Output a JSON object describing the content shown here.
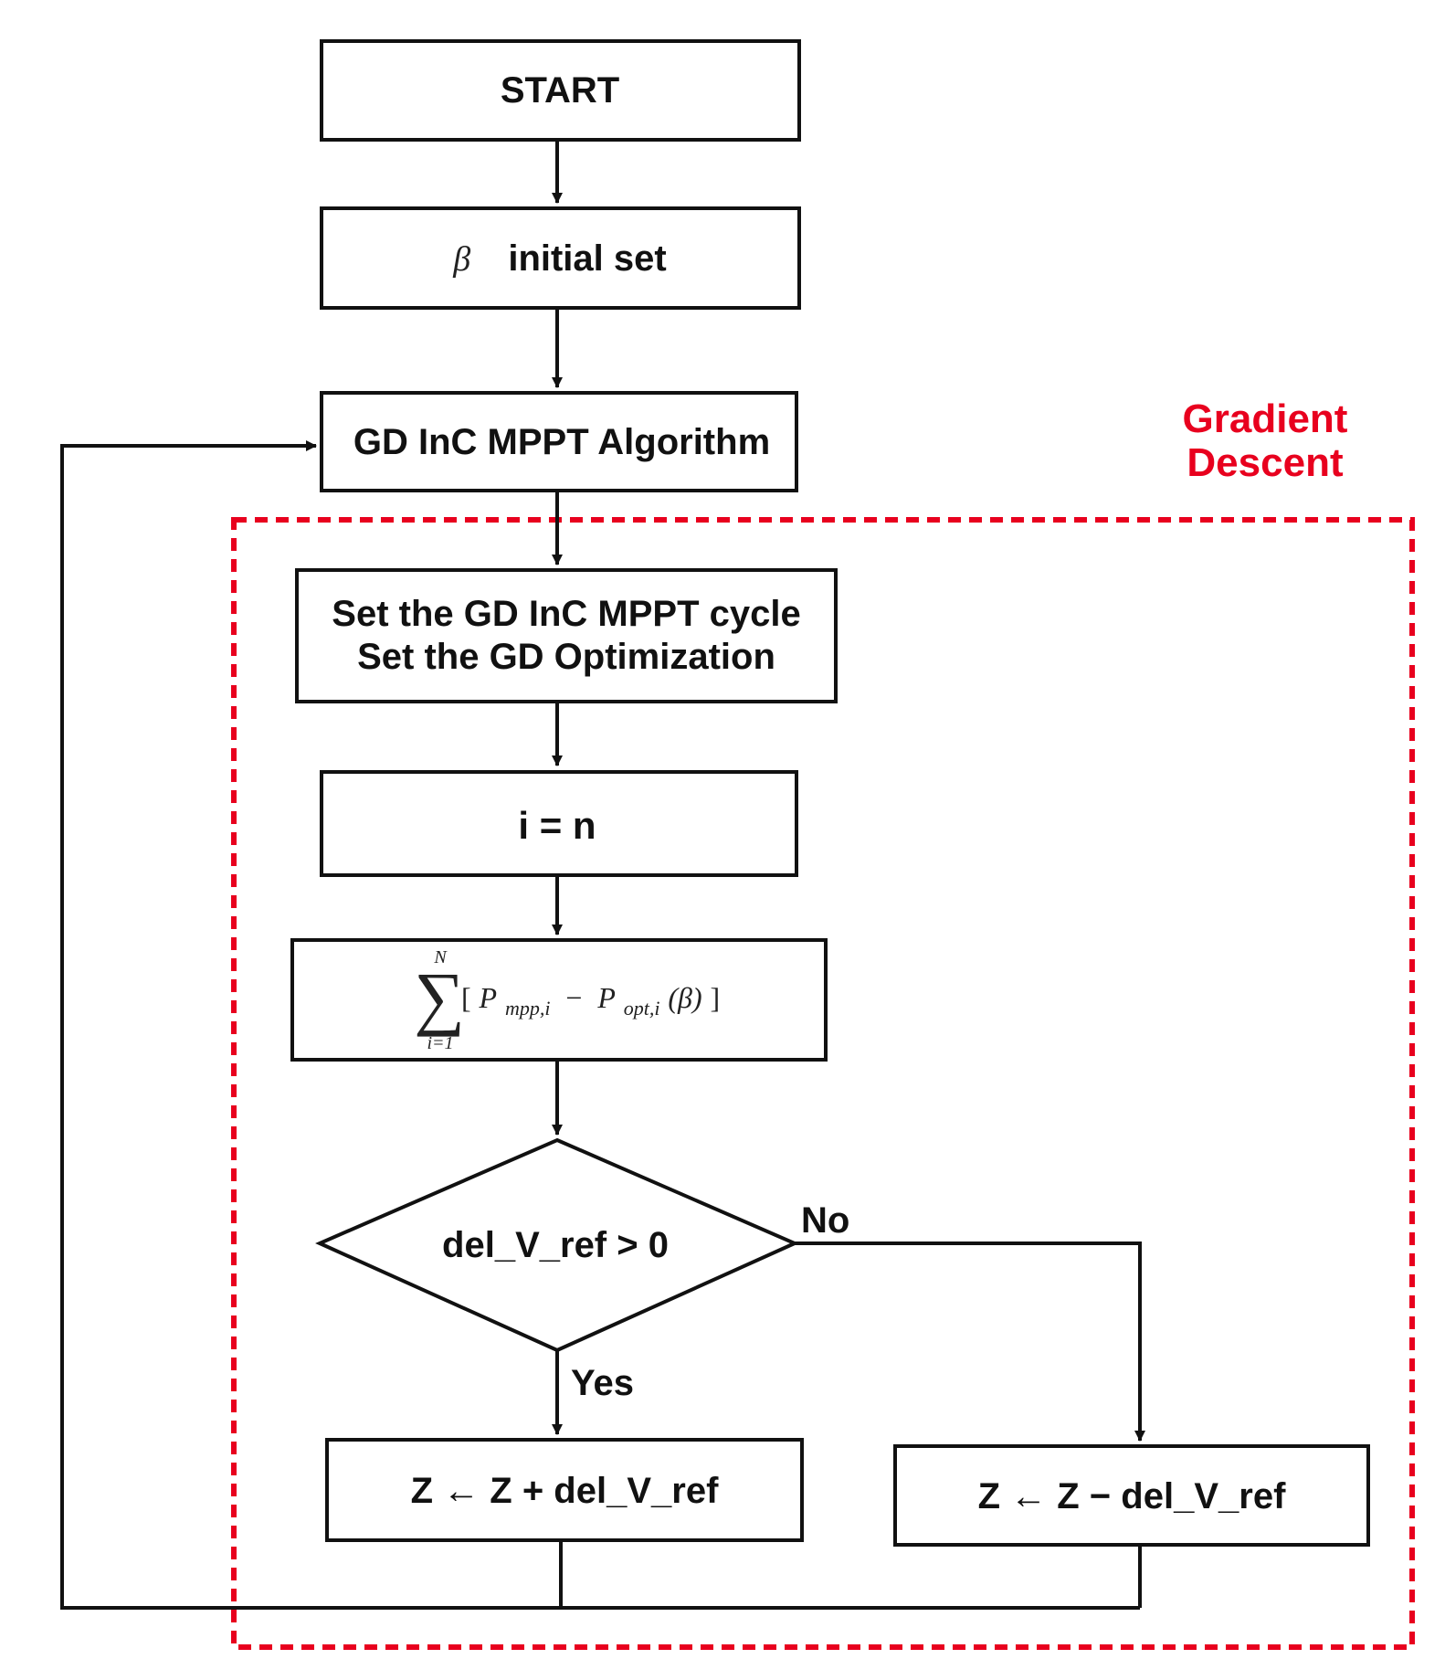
{
  "colors": {
    "stroke": "#111111",
    "accent": "#e8001e",
    "background": "#ffffff"
  },
  "region": {
    "label_line1": "Gradient",
    "label_line2": "Descent"
  },
  "nodes": {
    "start": "START",
    "beta_symbol": "β",
    "beta_text": "initial set",
    "gd_algorithm": "GD InC MPPT Algorithm",
    "cycle_line1": "Set the GD InC MPPT cycle",
    "cycle_line2": "Set the GD Optimization",
    "loop_index": "i = n",
    "decision": "del_V_ref > 0",
    "update_plus": "Z ← Z + del_V_ref",
    "update_minus": "Z ← Z − del_V_ref"
  },
  "formula": {
    "sigma": "∑",
    "upper": "N",
    "lower": "i=1",
    "open": "[",
    "p1": "P",
    "p1_sub": "mpp,i",
    "minus": "−",
    "p2": "P",
    "p2_sub": "opt,i",
    "arg": "(β)",
    "close": "]"
  },
  "edges": {
    "yes": "Yes",
    "no": "No"
  }
}
